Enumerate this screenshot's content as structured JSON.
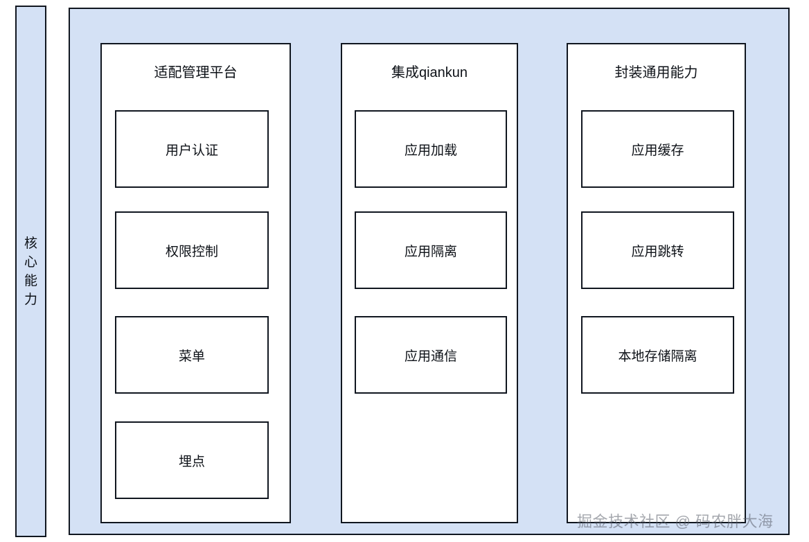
{
  "diagram": {
    "side_band": {
      "label": "核\n心\n能\n力"
    },
    "groups": [
      {
        "title": "适配管理平台",
        "items": [
          {
            "label": "用户认证"
          },
          {
            "label": "权限控制"
          },
          {
            "label": "菜单"
          },
          {
            "label": "埋点"
          }
        ]
      },
      {
        "title": "集成qiankun",
        "items": [
          {
            "label": "应用加载"
          },
          {
            "label": "应用隔离"
          },
          {
            "label": "应用通信"
          }
        ]
      },
      {
        "title": "封装通用能力",
        "items": [
          {
            "label": "应用缓存"
          },
          {
            "label": "应用跳转"
          },
          {
            "label": "本地存储隔离"
          }
        ]
      }
    ],
    "watermark": "掘金技术社区 @ 码农胖大海",
    "colors": {
      "panel_fill": "#d4e1f5",
      "box_fill": "#ffffff",
      "border": "#10161f",
      "text": "#0d1117",
      "watermark": "#5a5f69"
    }
  }
}
